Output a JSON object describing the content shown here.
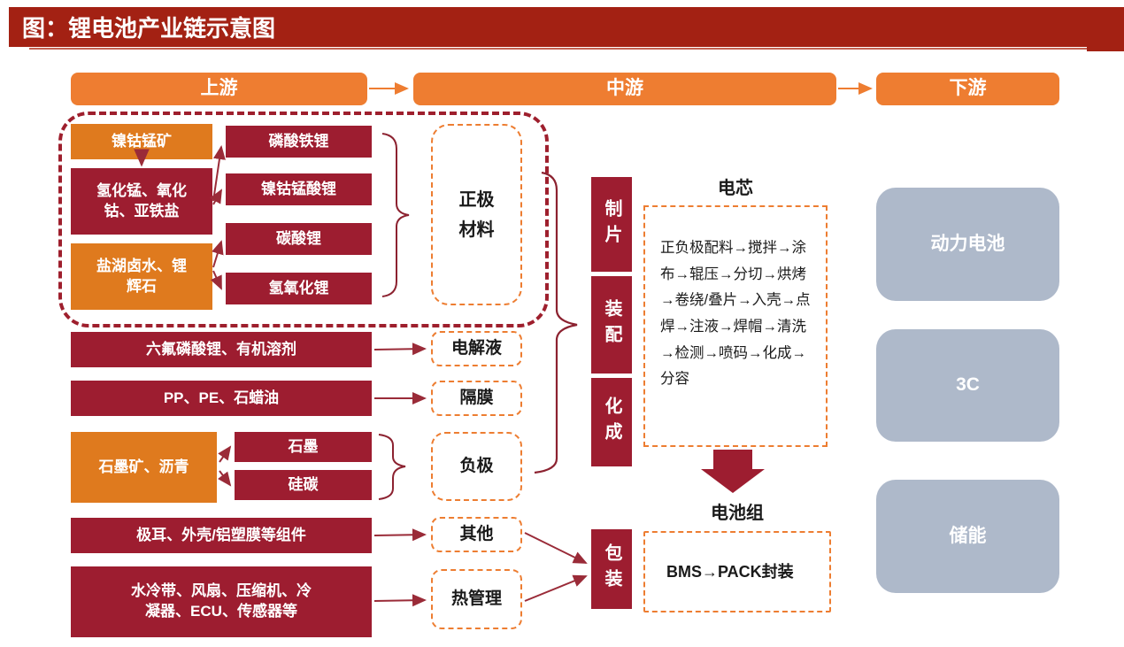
{
  "title": "图：锂电池产业链示意图",
  "headers": {
    "upstream": "上游",
    "midstream": "中游",
    "downstream": "下游"
  },
  "upstream": {
    "cathode_group": {
      "ore": "镍钴锰矿",
      "precursors": "氢化锰、氧化\n钴、亚铁盐",
      "brine": "盐湖卤水、锂\n辉石",
      "products": [
        "磷酸铁锂",
        "镍钴锰酸锂",
        "碳酸锂",
        "氢氧化锂"
      ],
      "label": "正极\n材料"
    },
    "electrolyte": {
      "source": "六氟磷酸锂、有机溶剂",
      "target": "电解液"
    },
    "separator": {
      "source": "PP、PE、石蜡油",
      "target": "隔膜"
    },
    "anode": {
      "source": "石墨矿、沥青",
      "mids": [
        "石墨",
        "硅碳"
      ],
      "target": "负极"
    },
    "other": {
      "source": "极耳、外壳/铝塑膜等组件",
      "target": "其他"
    },
    "thermal": {
      "source": "水冷带、风扇、压缩机、冷\n凝器、ECU、传感器等",
      "target": "热管理"
    }
  },
  "midstream": {
    "stages": [
      "制片",
      "装配",
      "化成"
    ],
    "packaging": "包装",
    "cell": {
      "title": "电芯",
      "process": "正负极配料→搅拌→涂布→辊压→分切→烘烤→卷绕/叠片→入壳→点焊→注液→焊帽→清洗→检测→喷码→化成→分容"
    },
    "pack": {
      "title": "电池组",
      "process": "BMS→PACK封装"
    }
  },
  "downstream": {
    "items": [
      "动力电池",
      "3C",
      "储能"
    ]
  },
  "colors": {
    "title_bar": "#A32113",
    "box_red": "#9D1D30",
    "box_deep_orange": "#DF7A1E",
    "header_orange": "#EE7D31",
    "dashed_orange": "#ED7D31",
    "dashed_dark_red": "#9E1F2D",
    "downstream_gray": "#AEB9CA",
    "connector_red": "#9A2B38"
  }
}
